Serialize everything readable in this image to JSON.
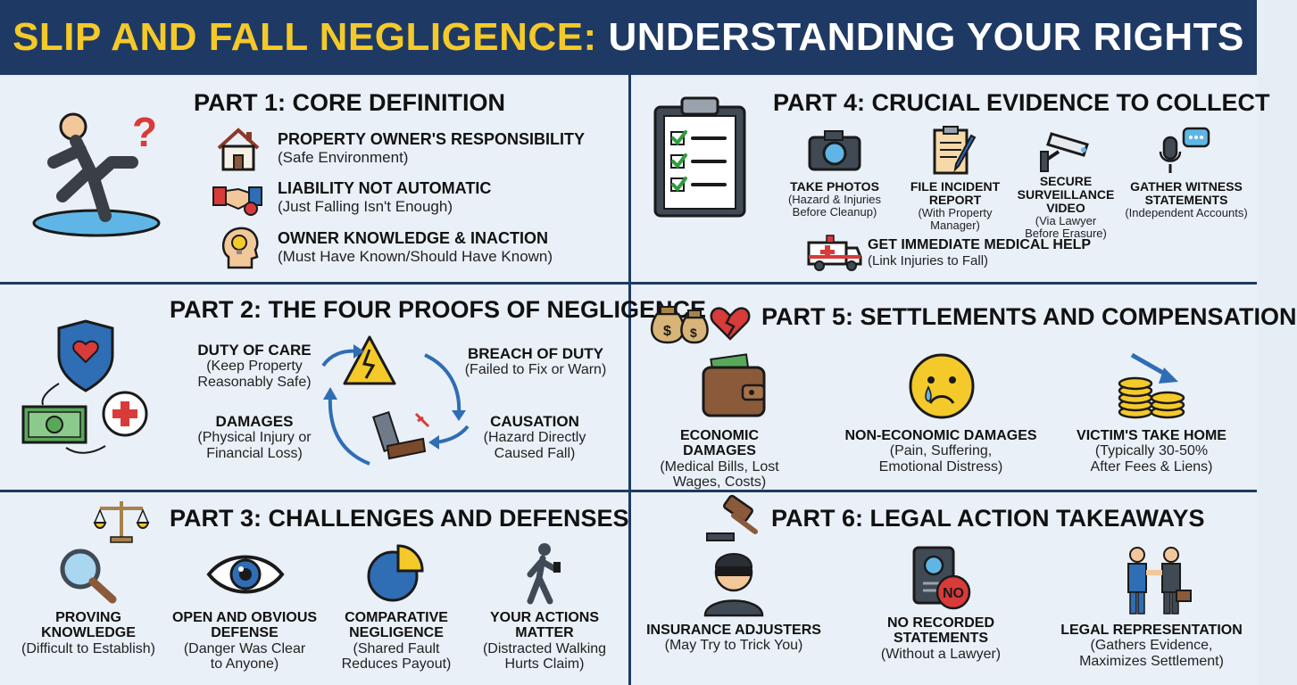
{
  "header": {
    "title_highlight": "SLIP AND FALL NEGLIGENCE:",
    "title_rest": "UNDERSTANDING YOUR RIGHTS"
  },
  "part1": {
    "title": "PART 1: CORE DEFINITION",
    "items": [
      {
        "heading": "PROPERTY OWNER'S RESPONSIBILITY",
        "sub": "(Safe Environment)",
        "icon": "house-icon"
      },
      {
        "heading": "LIABILITY NOT AUTOMATIC",
        "sub": "(Just Falling Isn't Enough)",
        "icon": "handshake-icon"
      },
      {
        "heading": "OWNER KNOWLEDGE & INACTION",
        "sub": "(Must Have Known/Should Have Known)",
        "icon": "lightbulb-head-icon"
      }
    ]
  },
  "part2": {
    "title": "PART 2: THE FOUR PROOFS OF NEGLIGENCE",
    "proofs": [
      {
        "heading": "DUTY OF CARE",
        "sub": "(Keep Property\nReasonably Safe)"
      },
      {
        "heading": "BREACH OF DUTY",
        "sub": "(Failed to Fix or Warn)"
      },
      {
        "heading": "CAUSATION",
        "sub": "(Hazard Directly\nCaused Fall)"
      },
      {
        "heading": "DAMAGES",
        "sub": "(Physical Injury or\nFinancial Loss)"
      }
    ]
  },
  "part3": {
    "title": "PART 3: CHALLENGES AND DEFENSES",
    "items": [
      {
        "heading": "PROVING\nKNOWLEDGE",
        "sub": "(Difficult to Establish)",
        "icon": "magnifier-icon"
      },
      {
        "heading": "OPEN AND OBVIOUS\nDEFENSE",
        "sub": "(Danger Was Clear\nto Anyone)",
        "icon": "eye-icon"
      },
      {
        "heading": "COMPARATIVE\nNEGLIGENCE",
        "sub": "(Shared Fault\nReduces Payout)",
        "icon": "pie-chart-icon"
      },
      {
        "heading": "YOUR ACTIONS\nMATTER",
        "sub": "(Distracted Walking\nHurts Claim)",
        "icon": "walking-person-icon"
      }
    ]
  },
  "part4": {
    "title": "PART 4: CRUCIAL EVIDENCE TO COLLECT",
    "items": [
      {
        "heading": "TAKE PHOTOS",
        "sub": "(Hazard & Injuries\nBefore Cleanup)",
        "icon": "camera-icon"
      },
      {
        "heading": "FILE INCIDENT\nREPORT",
        "sub": "(With Property\nManager)",
        "icon": "report-icon"
      },
      {
        "heading": "SECURE\nSURVEILLANCE\nVIDEO",
        "sub": "(Via Lawyer\nBefore Erasure)",
        "icon": "security-camera-icon"
      },
      {
        "heading": "GATHER WITNESS\nSTATEMENTS",
        "sub": "(Independent Accounts)",
        "icon": "microphone-icon"
      }
    ],
    "medical": {
      "heading": "GET IMMEDIATE MEDICAL HELP",
      "sub": "(Link Injuries to Fall)",
      "icon": "ambulance-icon"
    }
  },
  "part5": {
    "title": "PART 5: SETTLEMENTS AND COMPENSATION",
    "items": [
      {
        "heading": "ECONOMIC DAMAGES",
        "sub": "(Medical Bills, Lost\nWages, Costs)",
        "icon": "wallet-icon"
      },
      {
        "heading": "NON-ECONOMIC DAMAGES",
        "sub": "(Pain, Suffering,\nEmotional Distress)",
        "icon": "sad-face-icon"
      },
      {
        "heading": "VICTIM'S TAKE HOME",
        "sub": "(Typically 30-50%\nAfter Fees & Liens)",
        "icon": "coins-icon"
      }
    ]
  },
  "part6": {
    "title": "PART 6: LEGAL ACTION TAKEAWAYS",
    "items": [
      {
        "heading": "INSURANCE ADJUSTERS",
        "sub": "(May Try to Trick You)",
        "icon": "masked-person-icon"
      },
      {
        "heading": "NO RECORDED\nSTATEMENTS",
        "sub": "(Without a Lawyer)",
        "icon": "no-recorder-icon",
        "badge": "NO"
      },
      {
        "heading": "LEGAL REPRESENTATION",
        "sub": "(Gathers Evidence,\nMaximizes Settlement)",
        "icon": "handshake-people-icon"
      }
    ]
  },
  "colors": {
    "navy": "#1e3a64",
    "gold": "#f4c92a",
    "panel": "#e9f0f7",
    "accent_blue": "#2f6db5",
    "alert_red": "#d93a3a"
  }
}
